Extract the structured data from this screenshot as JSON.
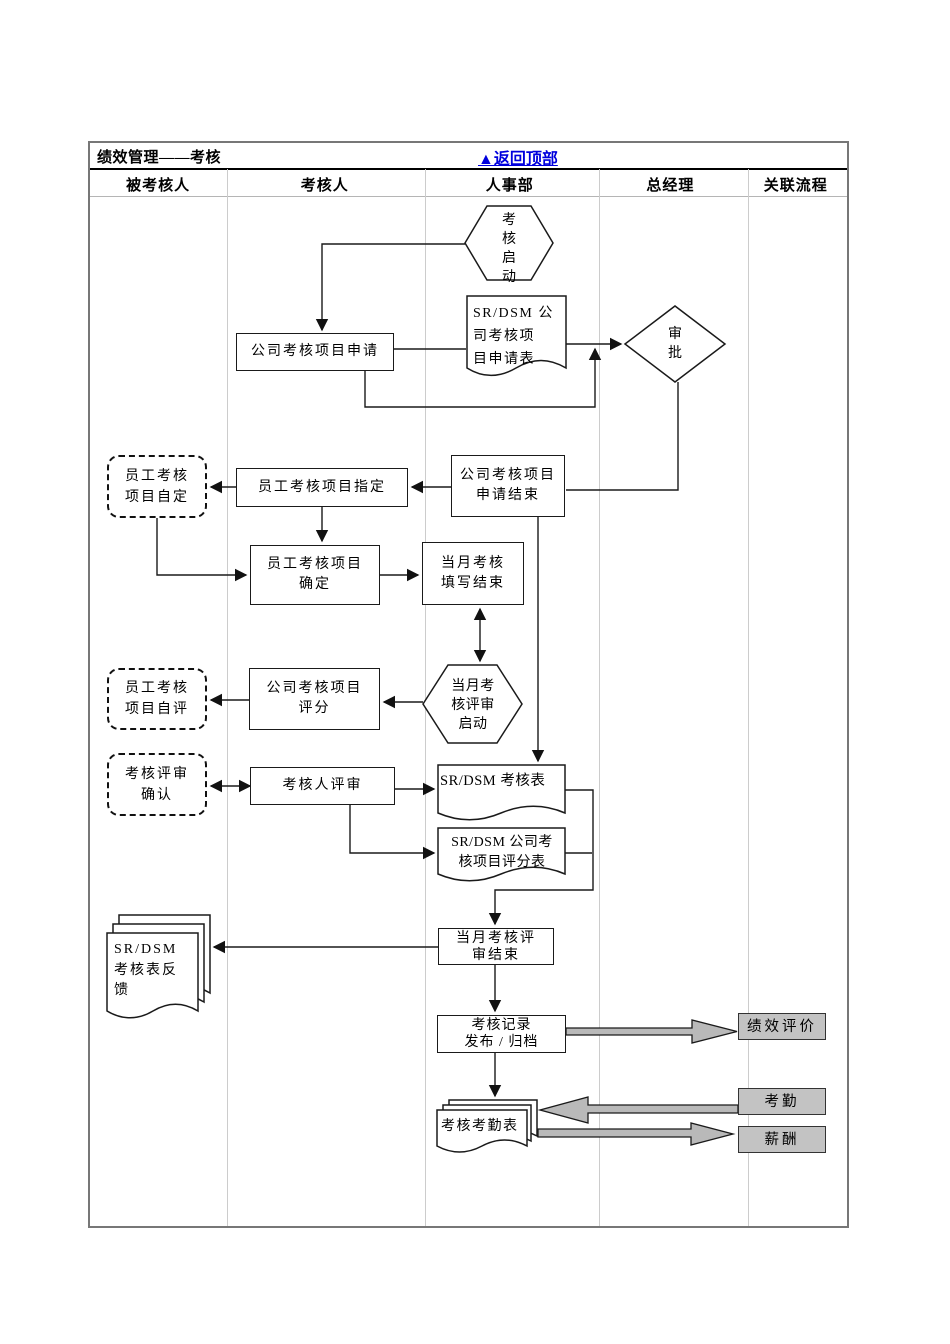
{
  "table": {
    "title": "绩效管理——考核",
    "back_to_top": "▲返回顶部",
    "columns": [
      "被考核人",
      "考核人",
      "人事部",
      "总经理",
      "关联流程"
    ]
  },
  "nodes": {
    "assess_start": "考核启动",
    "company_project_apply": "公司考核项目申请",
    "apply_form_doc": "SR/DSM 公\n司考核项\n目申请表",
    "approve": "审批",
    "apply_end": "公司考核项目\n申请结束",
    "emp_self_define": "员工考核\n项目自定",
    "emp_assign": "员工考核项目指定",
    "emp_confirm": "员工考核项目\n确定",
    "month_fill_end": "当月考核\n填写结束",
    "month_review_start": "当月考\n核评审\n启动",
    "company_score": "公司考核项目\n评分",
    "emp_self_eval": "员工考核\n项目自评",
    "review_confirm": "考核评审\n确认",
    "reviewer_review": "考核人评审",
    "assess_form_doc": "SR/DSM 考核表",
    "score_form_doc": "SR/DSM 公司考\n核项目评分表",
    "month_review_end": "当月考核评\n审结束",
    "feedback_doc": "SR/DSM\n考核表反\n馈",
    "record_publish": "考核记录\n发布 / 归档",
    "attendance_doc": "考核考勤表",
    "performance_eval": "绩效评价",
    "attendance": "考勤",
    "salary": "薪酬"
  },
  "colors": {
    "link": "#0000dd",
    "line": "#1a1a1a",
    "gray_box_fill": "#c3c3c3",
    "block_arrow_fill": "#b9b9b9",
    "table_border": "#777777",
    "column_divider": "#cccccc"
  }
}
